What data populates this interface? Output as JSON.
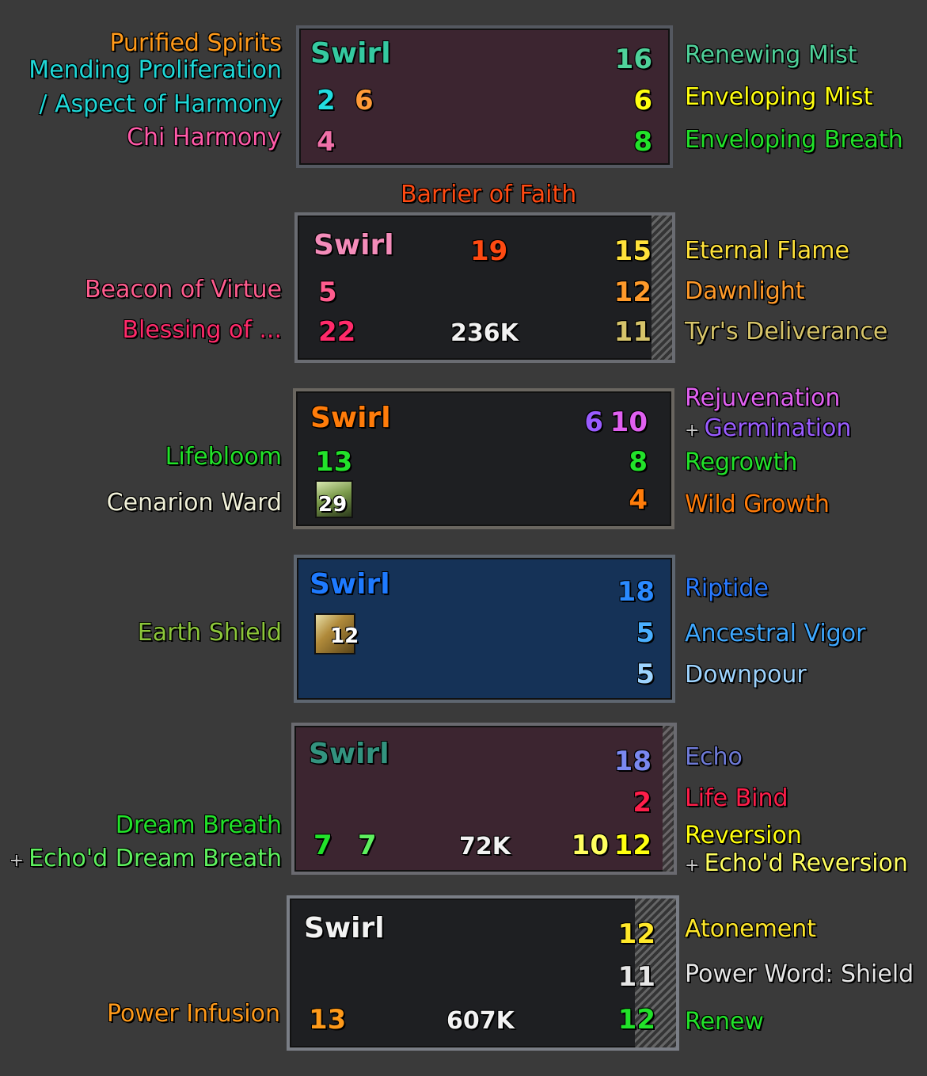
{
  "panels": [
    {
      "name_label": "Swirl",
      "name_color": "#35c9a0",
      "bg": "#3c2530",
      "left_labels": [
        {
          "text": "Purified Spirits",
          "color": "#ff9a1a"
        },
        {
          "text": "Mending Proliferation",
          "color": "#1fd8d8"
        },
        {
          "text": "/ Aspect of Harmony",
          "color": "#1fd8d8"
        },
        {
          "text": "Chi Harmony",
          "color": "#ff5aa8"
        }
      ],
      "right_labels": [
        {
          "text": "Renewing Mist",
          "color": "#4fd19a"
        },
        {
          "text": "Enveloping Mist",
          "color": "#ffff10"
        },
        {
          "text": "Enveloping Breath",
          "color": "#22e22a"
        }
      ],
      "numbers": [
        {
          "value": "16",
          "color": "#4fd19a"
        },
        {
          "value": "2",
          "color": "#22dde0"
        },
        {
          "value": "6",
          "color": "#ff9a38"
        },
        {
          "value": "6",
          "color": "#ffff10"
        },
        {
          "value": "4",
          "color": "#f070a8"
        },
        {
          "value": "8",
          "color": "#22e22a"
        }
      ]
    },
    {
      "name_label": "Swirl",
      "name_color": "#f48cba",
      "bg": "#1e1f22",
      "top_label": {
        "text": "Barrier of Faith",
        "color": "#ff4a12"
      },
      "left_labels": [
        {
          "text": "Beacon of Virtue",
          "color": "#ff5c8e"
        },
        {
          "text": "Blessing of ...",
          "color": "#ff2a6a"
        }
      ],
      "right_labels": [
        {
          "text": "Eternal Flame",
          "color": "#ffe23a"
        },
        {
          "text": "Dawnlight",
          "color": "#ff9a2a"
        },
        {
          "text": "Tyr's Deliverance",
          "color": "#d6c46a"
        }
      ],
      "numbers": [
        {
          "value": "19",
          "color": "#ff4a12"
        },
        {
          "value": "15",
          "color": "#ffe23a"
        },
        {
          "value": "5",
          "color": "#ff5c8e"
        },
        {
          "value": "12",
          "color": "#ff9a2a"
        },
        {
          "value": "22",
          "color": "#ff2a6a"
        },
        {
          "value": "11",
          "color": "#d6c46a"
        }
      ],
      "hp": "236K"
    },
    {
      "name_label": "Swirl",
      "name_color": "#ff7c0a",
      "bg": "#1e1f22",
      "left_labels": [
        {
          "text": "Lifebloom",
          "color": "#22e22a"
        },
        {
          "text": "Cenarion Ward",
          "color": "#f0f0d8"
        }
      ],
      "right_labels": [
        {
          "text": "Rejuvenation",
          "color": "#e060f0"
        },
        {
          "text": "Germination",
          "color": "#9a5cff"
        },
        {
          "text": "Regrowth",
          "color": "#22e22a"
        },
        {
          "text": "Wild Growth",
          "color": "#ff7c0a"
        }
      ],
      "right_prefix": "+",
      "numbers": [
        {
          "value": "6",
          "color": "#9a5cff"
        },
        {
          "value": "10",
          "color": "#e060f0"
        },
        {
          "value": "13",
          "color": "#22e22a"
        },
        {
          "value": "8",
          "color": "#22e22a"
        },
        {
          "value": "4",
          "color": "#ff7c0a"
        }
      ],
      "icon_stack": "29"
    },
    {
      "name_label": "Swirl",
      "name_color": "#1e7aff",
      "bg": "#153257",
      "left_labels": [
        {
          "text": "Earth Shield",
          "color": "#8cc63a"
        }
      ],
      "right_labels": [
        {
          "text": "Riptide",
          "color": "#2a7aff"
        },
        {
          "text": "Ancestral Vigor",
          "color": "#3fa8ff"
        },
        {
          "text": "Downpour",
          "color": "#9ed4ff"
        }
      ],
      "numbers": [
        {
          "value": "18",
          "color": "#2a8aff"
        },
        {
          "value": "5",
          "color": "#4ab0ff"
        },
        {
          "value": "5",
          "color": "#9ed4ff"
        }
      ],
      "icon_stack": "12"
    },
    {
      "name_label": "Swirl",
      "name_color": "#33937f",
      "bg": "#3c2530",
      "left_labels": [
        {
          "text": "Dream Breath",
          "color": "#22e22a"
        },
        {
          "text": "Echo'd Dream Breath",
          "color": "#5ef05e"
        }
      ],
      "left_prefix": "+",
      "right_labels": [
        {
          "text": "Echo",
          "color": "#6f7bd8"
        },
        {
          "text": "Life Bind",
          "color": "#ff1e4a"
        },
        {
          "text": "Reversion",
          "color": "#ffff10"
        },
        {
          "text": "Echo'd Reversion",
          "color": "#ffff60"
        }
      ],
      "right_prefix": "+",
      "numbers": [
        {
          "value": "18",
          "color": "#7a88f0"
        },
        {
          "value": "2",
          "color": "#ff1e4a"
        },
        {
          "value": "7",
          "color": "#22e22a"
        },
        {
          "value": "7",
          "color": "#5ef05e"
        },
        {
          "value": "10",
          "color": "#ffff60"
        },
        {
          "value": "12",
          "color": "#ffff10"
        }
      ],
      "hp": "72K"
    },
    {
      "name_label": "Swirl",
      "name_color": "#f2f2f2",
      "bg": "#1e1f22",
      "left_labels": [
        {
          "text": "Power Infusion",
          "color": "#ff9a1a"
        }
      ],
      "right_labels": [
        {
          "text": "Atonement",
          "color": "#ffe82a"
        },
        {
          "text": "Power Word: Shield",
          "color": "#e6e6e6"
        },
        {
          "text": "Renew",
          "color": "#22e22a"
        }
      ],
      "numbers": [
        {
          "value": "12",
          "color": "#ffe82a"
        },
        {
          "value": "11",
          "color": "#e6e6e6"
        },
        {
          "value": "13",
          "color": "#ff9a1a"
        },
        {
          "value": "12",
          "color": "#22e22a"
        }
      ],
      "hp": "607K"
    }
  ]
}
